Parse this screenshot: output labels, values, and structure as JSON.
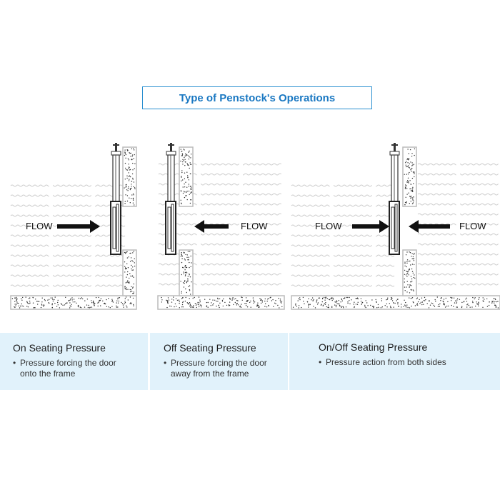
{
  "title": "Type of Penstock's Operations",
  "diagrams": [
    {
      "flow_label": "FLOW",
      "flow_direction": "right"
    },
    {
      "flow_label": "FLOW",
      "flow_direction": "left"
    },
    {
      "flow_labels": [
        "FLOW",
        "FLOW"
      ],
      "flow_direction": "both"
    }
  ],
  "panels": [
    {
      "heading": "On Seating Pressure",
      "bullet": "•",
      "text": "Pressure forcing the door onto the frame"
    },
    {
      "heading": "Off Seating Pressure",
      "bullet": "•",
      "text": "Pressure forcing the door away from the frame"
    },
    {
      "heading": "On/Off Seating Pressure",
      "bullet": "•",
      "text": "Pressure action from both sides"
    }
  ],
  "colors": {
    "title": "#1a78c2",
    "panel_bg": "#e1f2fb",
    "concrete_edge": "#b9b9b9",
    "arrow": "#111111"
  }
}
